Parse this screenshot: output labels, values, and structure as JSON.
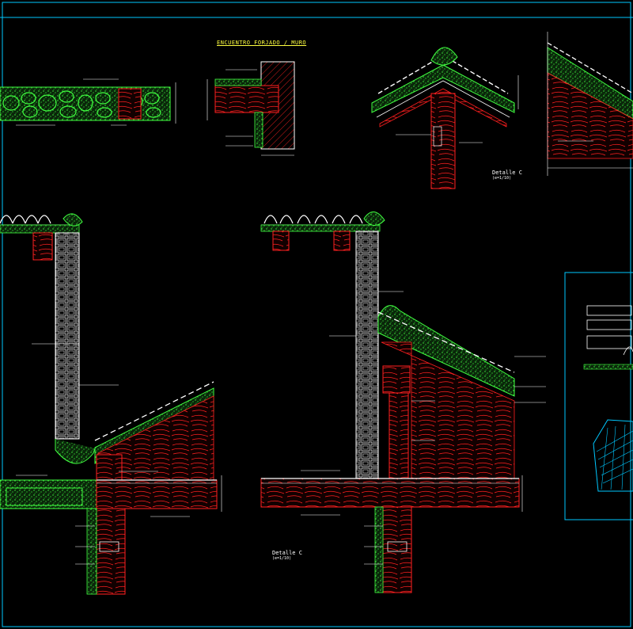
{
  "drawing": {
    "sheet_title": "ENCUENTRO FORJADO / MURO",
    "detail_a_label": "Detalle C",
    "detail_a_scale": "(e=1/10)",
    "detail_b_label": "Detalle C",
    "detail_b_scale": "(e=1/10)"
  },
  "palette": {
    "background": "#000000",
    "frame": "#00c8ff",
    "hatch_green": "#40ff40",
    "wood_red": "#ff2020",
    "text_yellow": "#ffff40",
    "line_white": "#ffffff"
  }
}
